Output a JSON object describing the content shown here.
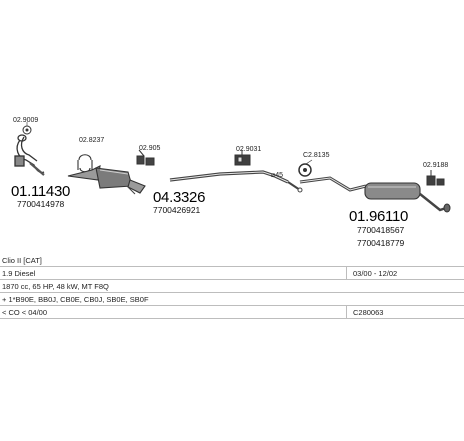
{
  "parts": {
    "p1_small": "02.9009",
    "p1_big": "01.11430",
    "p1_ref": "7700414978",
    "p2_small": "02.8237",
    "p3_small": "02.905",
    "p4_big": "04.3326",
    "p4_ref": "7700426921",
    "p5_small": "02.9031",
    "p5_mark": "⌀45",
    "p6_small": "C2.8135",
    "p7_small": "02.9188",
    "p8_big": "01.96110",
    "p8_ref1": "7700418567",
    "p8_ref2": "7700418779"
  },
  "info": {
    "rows": [
      {
        "left": "Clio II [CAT]",
        "right": ""
      },
      {
        "left": "1.9 Diesel",
        "right": "03/00 - 12/02"
      },
      {
        "left": "1870 cc, 65 HP, 48 kW, MT F8Q",
        "right": ""
      },
      {
        "left": "+ 1*B90E, BB0J, CB0E, CB0J, SB0E, SB0F",
        "right": ""
      },
      {
        "left": "< CO < 04/00",
        "right": "C280063"
      }
    ]
  }
}
